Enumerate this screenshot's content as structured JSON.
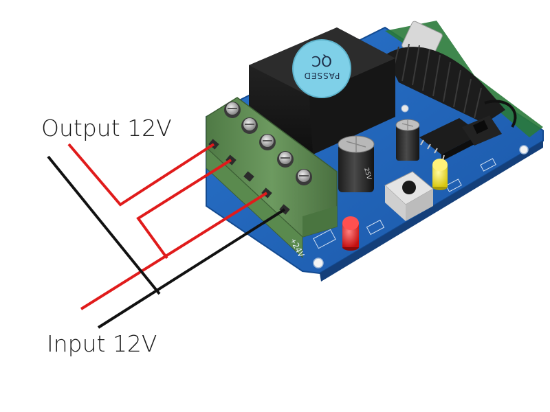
{
  "labels": {
    "output": "Output  12V",
    "input": "Input  12V"
  },
  "relay": {
    "stamp_line1": "PASSED",
    "stamp_line2": "QC"
  },
  "board": {
    "silkscreen_supply": "+24V"
  },
  "colors": {
    "wire_positive": "#e01b1b",
    "wire_negative": "#111111",
    "pcb": "#1e63b8",
    "terminal_block": "#5f8b52",
    "relay_body": "#1a1a1a",
    "qc_sticker": "#7fd0e8",
    "led_red": "#e21a1a",
    "led_yellow": "#f2e41c"
  }
}
